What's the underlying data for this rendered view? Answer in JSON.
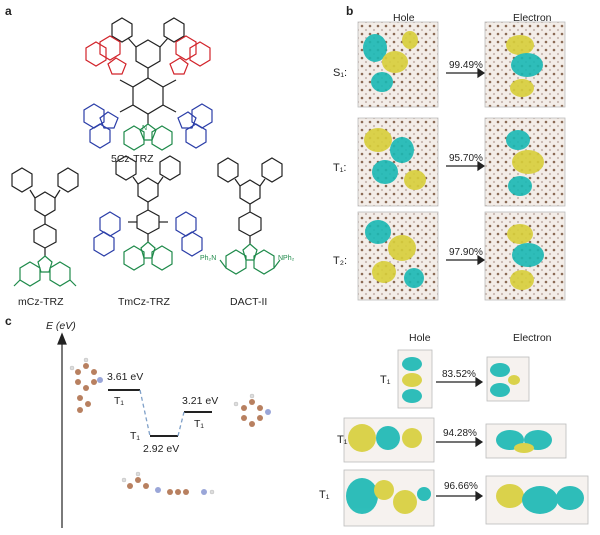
{
  "panels": {
    "a": "a",
    "b": "b",
    "c": "c"
  },
  "panel_a": {
    "molecules": [
      "5Cz-TRZ",
      "mCz-TRZ",
      "TmCz-TRZ",
      "DACT-II"
    ],
    "atom_labels": {
      "N": "N",
      "nph2": "NPh₂",
      "ph2n": "Ph₂N"
    }
  },
  "panel_b": {
    "headers": {
      "hole": "Hole",
      "electron": "Electron"
    },
    "rows": [
      {
        "state": "S₁:",
        "percent": "99.49%"
      },
      {
        "state": "T₁:",
        "percent": "95.70%"
      },
      {
        "state": "T₂:",
        "percent": "97.90%"
      }
    ]
  },
  "panel_c": {
    "axis_label": "E (eV)",
    "levels": [
      {
        "energy": "3.61 eV",
        "state": "T₁"
      },
      {
        "energy": "2.92 eV",
        "state": "T₁"
      },
      {
        "energy": "3.21 eV",
        "state": "T₁"
      }
    ],
    "headers": {
      "hole": "Hole",
      "electron": "Electron"
    },
    "rows": [
      {
        "state": "T₁",
        "percent": "83.52%"
      },
      {
        "state": "T₁",
        "percent": "94.28%"
      },
      {
        "state": "T₁",
        "percent": "96.66%"
      }
    ]
  },
  "colors": {
    "cyan": "#19b8b4",
    "yellow": "#d8cf3a",
    "red_cz": "#d2232a",
    "blue_cz": "#2b3ea8",
    "green_cz": "#1e8a4a",
    "level_dash": "#7fa0c8"
  }
}
